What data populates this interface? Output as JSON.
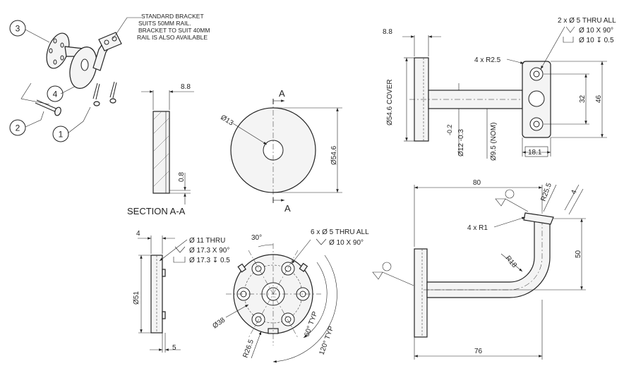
{
  "note": {
    "lines": [
      "STANDARD BRACKET",
      "SUITS 50MM RAIL.",
      "BRACKET TO SUIT 40MM",
      "RAIL IS ALSO AVAILABLE"
    ]
  },
  "balloons": {
    "b1": "1",
    "b2": "2",
    "b3": "3",
    "b4": "4"
  },
  "section": {
    "title": "SECTION A-A",
    "thickness": "8.8",
    "chamfer": "0.8"
  },
  "cover": {
    "hole_dia": "Ø13",
    "outer_dia": "Ø54.6",
    "cut_label_top": "A",
    "cut_label_bottom": "A"
  },
  "side": {
    "thickness": "8.8",
    "cover_label": "Ø54.6 COVER",
    "tol": "-0.2",
    "tol2": "Ø12 -0.3",
    "nom": "Ø9.5 (NOM)",
    "radius": "4 x R2.5",
    "hole_line1": "2 x Ø 5 THRU ALL",
    "hole_line2": "Ø 10 X 90°",
    "hole_line3": "Ø 10 ↧ 0.5",
    "dim_32": "32",
    "dim_46": "46",
    "dim_18": "18.1"
  },
  "base_side": {
    "thick": "4",
    "dia": "Ø51",
    "dim_5": "5",
    "hole_line1": "Ø 11 THRU",
    "hole_line2": "Ø 17.3 X 90°",
    "hole_line3": "Ø 17.3 ↧ 0.5"
  },
  "base_front": {
    "angle30": "30°",
    "holes1": "6 x Ø 5 THRU ALL",
    "holes2": "Ø 10 X 90°",
    "pcd": "Ø38",
    "radius": "R26.5",
    "ang60": "60° TYP",
    "ang120": "120° TYP"
  },
  "elevation": {
    "dim80": "80",
    "r25": "R25.5",
    "dim4": "4",
    "r1": "4 x R1",
    "r18": "R18",
    "dim50": "50",
    "dim76": "76"
  }
}
